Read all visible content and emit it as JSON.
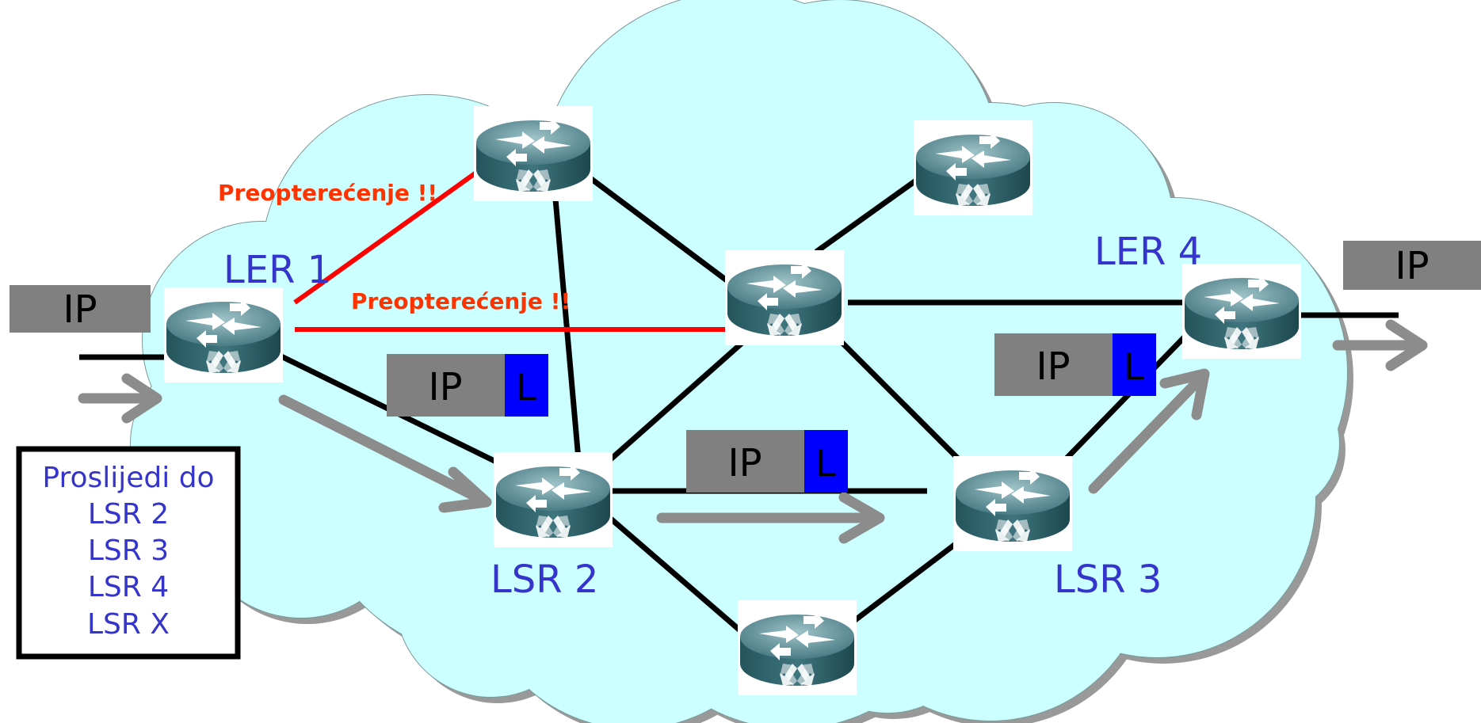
{
  "labels": {
    "ler1": "LER 1",
    "ler4": "LER 4",
    "lsr2": "LSR 2",
    "lsr3": "LSR 3"
  },
  "warnings": {
    "overload_top": "Preopterećenje !!",
    "overload_middle": "Preopterećenje !!"
  },
  "packets": {
    "ingress_ip": "IP",
    "egress_ip": "IP",
    "labeled_1": {
      "ip": "IP",
      "label": "L"
    },
    "labeled_2": {
      "ip": "IP",
      "label": "L"
    },
    "labeled_3": {
      "ip": "IP",
      "label": "L"
    }
  },
  "forward_box": {
    "title": "Proslijedi do",
    "items": [
      "LSR 2",
      "LSR 3",
      "LSR 4",
      "LSR X"
    ]
  },
  "colors": {
    "cloud_fill": "#ccffff",
    "overload_link": "#ff0000",
    "node_label": "#3535cc",
    "label_tag": "#0000ff",
    "packet": "#808080",
    "flow_arrow": "#8c8c8c"
  }
}
